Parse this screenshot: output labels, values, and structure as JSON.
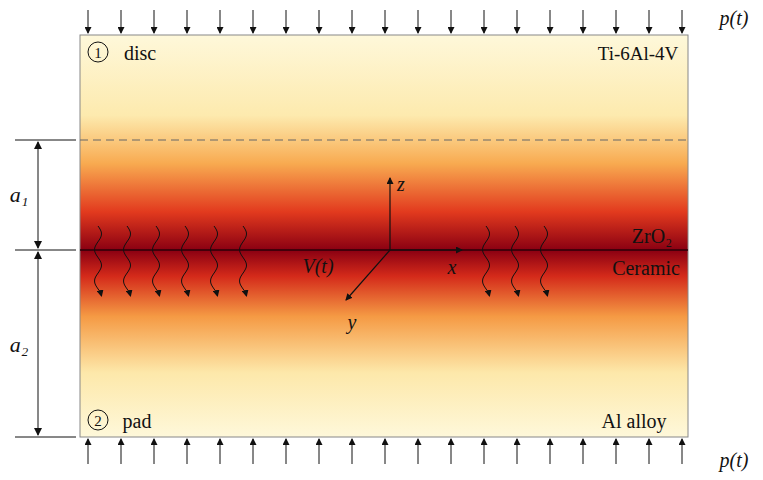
{
  "diagram": {
    "labels": [
      "1",
      "disc",
      "Ti-6Al-4V",
      "a₁",
      "ZrO₂",
      "Ceramic",
      "z",
      "V(t)",
      "x",
      "y",
      "a₂",
      "2",
      "pad",
      "Al alloy",
      "p(t)",
      "p(t)"
    ]
  }
}
